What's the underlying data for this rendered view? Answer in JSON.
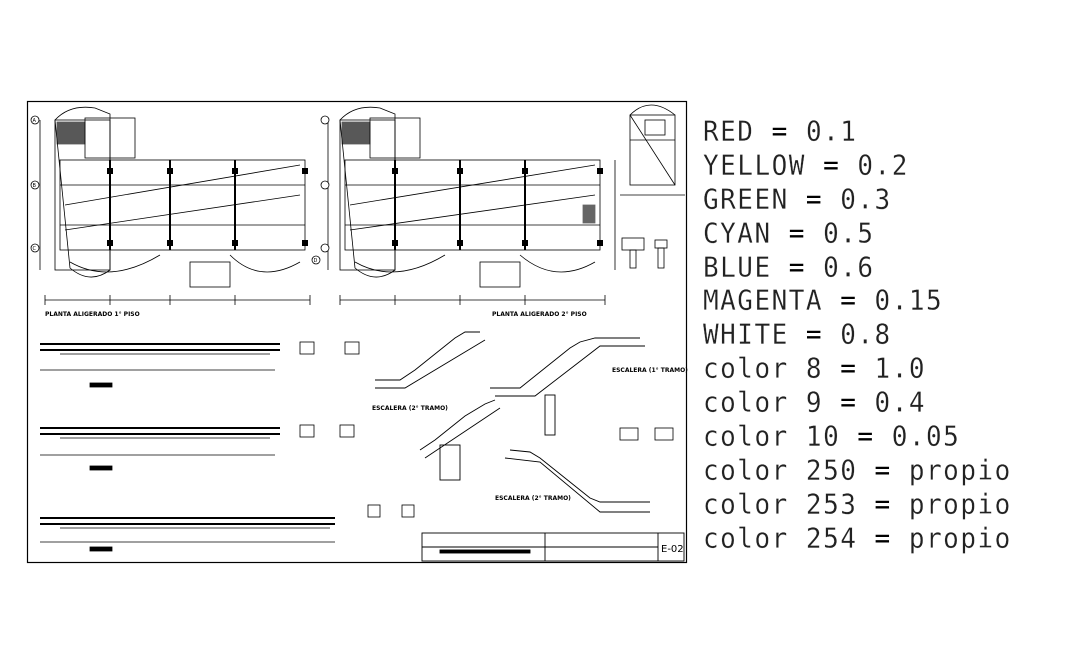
{
  "drawing": {
    "sheet_code": "E-02",
    "plan_labels": [
      "PLANTA ALIGERADO 1° PISO",
      "PLANTA ALIGERADO 2° PISO"
    ],
    "stair_labels": [
      "ESCALERA (1° TRAMO)",
      "ESCALERA (2° TRAMO)",
      "ESCALERA (2° TRAMO)"
    ],
    "grid_axes": [
      "A",
      "B",
      "C",
      "D"
    ]
  },
  "pen_legend": [
    {
      "color_name": "RED",
      "value": "0.1"
    },
    {
      "color_name": "YELLOW",
      "value": "0.2"
    },
    {
      "color_name": "GREEN",
      "value": "0.3"
    },
    {
      "color_name": "CYAN",
      "value": "0.5"
    },
    {
      "color_name": "BLUE",
      "value": "0.6"
    },
    {
      "color_name": "MAGENTA",
      "value": "0.15"
    },
    {
      "color_name": "WHITE",
      "value": "0.8"
    },
    {
      "color_name": "color 8",
      "value": "1.0"
    },
    {
      "color_name": "color 9",
      "value": "0.4"
    },
    {
      "color_name": "color 10",
      "value": "0.05"
    },
    {
      "color_name": "color 250",
      "value": "propio"
    },
    {
      "color_name": "color 253",
      "value": "propio"
    },
    {
      "color_name": "color 254",
      "value": "propio"
    }
  ]
}
